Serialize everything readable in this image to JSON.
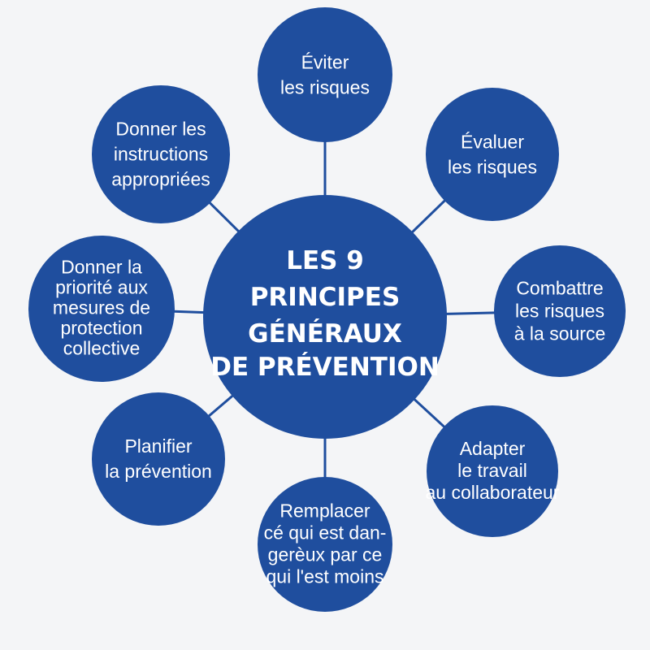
{
  "colors": {
    "circle": "#1f4e9e",
    "line": "#1f4e9e",
    "text": "#ffffff",
    "background": "#f4f5f7"
  },
  "center": {
    "lines": [
      "LES 9",
      "PRINCIPES",
      "GÉNÉRAUX",
      "DE PRÉVENTION"
    ]
  },
  "principles": [
    {
      "id": "eviter",
      "lines": [
        "Éviter",
        "les risques"
      ]
    },
    {
      "id": "evaluer",
      "lines": [
        "Évaluer",
        "les risques"
      ]
    },
    {
      "id": "combattre",
      "lines": [
        "Combattre",
        "les risques",
        "à la source"
      ]
    },
    {
      "id": "adapter",
      "lines": [
        "Adapter",
        "le travail",
        "au collaborateur"
      ]
    },
    {
      "id": "remplacer",
      "lines": [
        "Remplacer",
        "cé qui est dan-",
        "gerèux par ce",
        "qui l'est moins"
      ]
    },
    {
      "id": "planifier",
      "lines": [
        "Planifier",
        "la prévention"
      ]
    },
    {
      "id": "protection-collective",
      "lines": [
        "Donner la",
        "priorité aux",
        "mesures de",
        "protection",
        "collective"
      ]
    },
    {
      "id": "instructions",
      "lines": [
        "Donner les",
        "instructions",
        "appropriées"
      ]
    }
  ]
}
